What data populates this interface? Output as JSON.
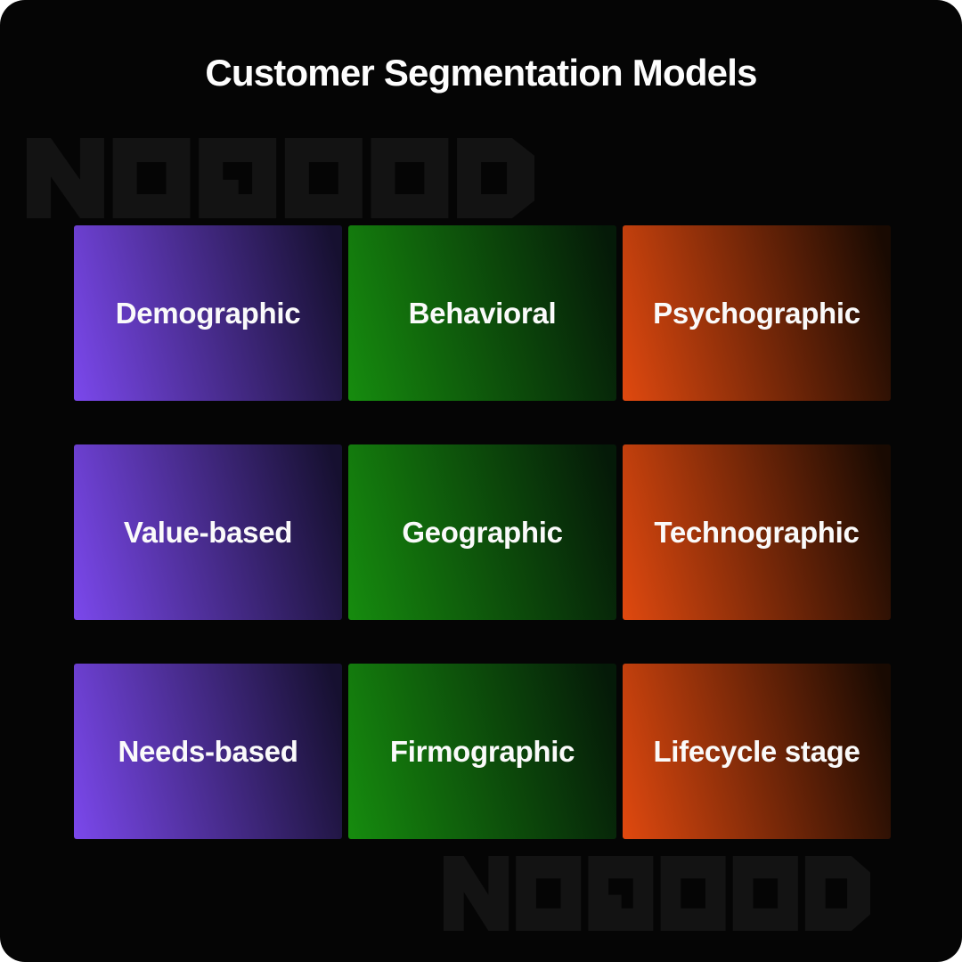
{
  "title": "Customer Segmentation Models",
  "brand": {
    "watermark_text": "NOGOOD",
    "watermark_color": "#131313"
  },
  "colors": {
    "canvas_bg": "#050505",
    "title_text": "#fdfdfd",
    "card_text": "#fafafa",
    "purple_from": "#7b48ec",
    "purple_to": "#161030",
    "green_from": "#168c0e",
    "green_to": "#051a08",
    "orange_from": "#e0490f",
    "orange_to": "#190a02"
  },
  "cards": [
    {
      "label": "Demographic",
      "theme": "purple"
    },
    {
      "label": "Behavioral",
      "theme": "green"
    },
    {
      "label": "Psychographic",
      "theme": "orange"
    },
    {
      "label": "Value-based",
      "theme": "purple"
    },
    {
      "label": "Geographic",
      "theme": "green"
    },
    {
      "label": "Technographic",
      "theme": "orange"
    },
    {
      "label": "Needs-based",
      "theme": "purple"
    },
    {
      "label": "Firmographic",
      "theme": "green"
    },
    {
      "label": "Lifecycle stage",
      "theme": "orange"
    }
  ]
}
